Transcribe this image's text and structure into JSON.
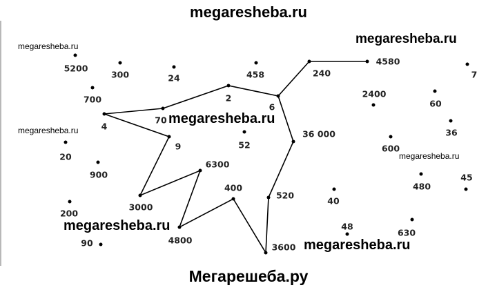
{
  "header": "megaresheba.ru",
  "footer": "Мегарешеба.ру",
  "watermarks": {
    "top_right": "megaresheba.ru",
    "top_left": "megaresheba.ru",
    "mid_left": "megaresheba.ru",
    "center": "megaresheba.ru",
    "mid_right": "megaresheba.ru",
    "bottom_left": "megaresheba.ru",
    "bottom_center": "megaresheba.ru"
  },
  "numbers": {
    "n5200": "5200",
    "n300": "300",
    "n24": "24",
    "n458": "458",
    "n240": "240",
    "n4580": "4580",
    "n7": "7",
    "n700": "700",
    "n2": "2",
    "n6": "6",
    "n2400": "2400",
    "n60": "60",
    "n4": "4",
    "n70": "70",
    "n36000": "36 000",
    "n36": "36",
    "n9": "9",
    "n52": "52",
    "n600": "600",
    "n20": "20",
    "n6300": "6300",
    "n900": "900",
    "n480": "480",
    "n45": "45",
    "n400": "400",
    "n520": "520",
    "n40": "40",
    "n3000": "3000",
    "n200": "200",
    "n4800": "4800",
    "n48": "48",
    "n630": "630",
    "n90": "90",
    "n3600": "3600"
  }
}
